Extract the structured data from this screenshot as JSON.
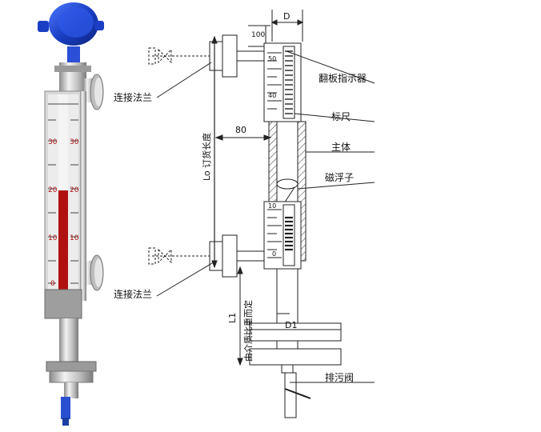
{
  "photo": {
    "scale_left_labels": [
      "30",
      "20",
      "10",
      "0"
    ],
    "scale_right_labels": [
      "30",
      "20",
      "10"
    ]
  },
  "drawing": {
    "dim_d": "D",
    "dim_100": "100",
    "dim_80": "80",
    "dim_d1": "D1",
    "dim_lo": "Lo 订货长度",
    "dim_l1": "L1",
    "dim_l1_note": "由介质比重而定",
    "scale_top": [
      "50",
      "40"
    ],
    "scale_bottom": [
      "10",
      "0"
    ]
  },
  "labels": {
    "flange_top": "连接法兰",
    "flange_bottom": "连接法兰",
    "indicator": "翻板指示器",
    "ruler": "标尺",
    "body": "主体",
    "float": "磁浮子",
    "drain": "排污阀"
  },
  "colors": {
    "head_blue": "#1a3fc4",
    "level_red": "#b01010",
    "metal": "#c8c8c8",
    "line": "#222222"
  }
}
